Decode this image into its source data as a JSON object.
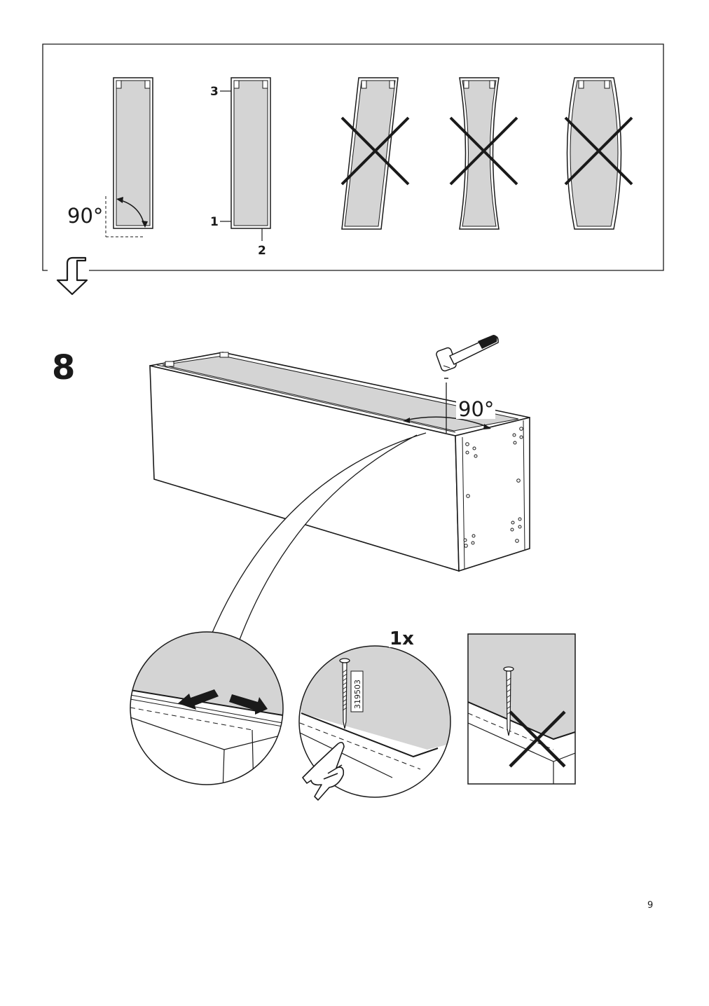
{
  "page": {
    "number": "9",
    "step_number": "8"
  },
  "top_panel": {
    "angle_label": "90°",
    "callouts": [
      "3",
      "1",
      "2"
    ],
    "incorrect_shapes": [
      "skewed",
      "concave",
      "convex"
    ]
  },
  "step8": {
    "angle_label": "90°",
    "quantity_label": "1x",
    "nail_part_number": "319503"
  },
  "colors": {
    "line": "#1a1a1a",
    "panel_fill": "#d4d4d4",
    "background": "#ffffff"
  }
}
